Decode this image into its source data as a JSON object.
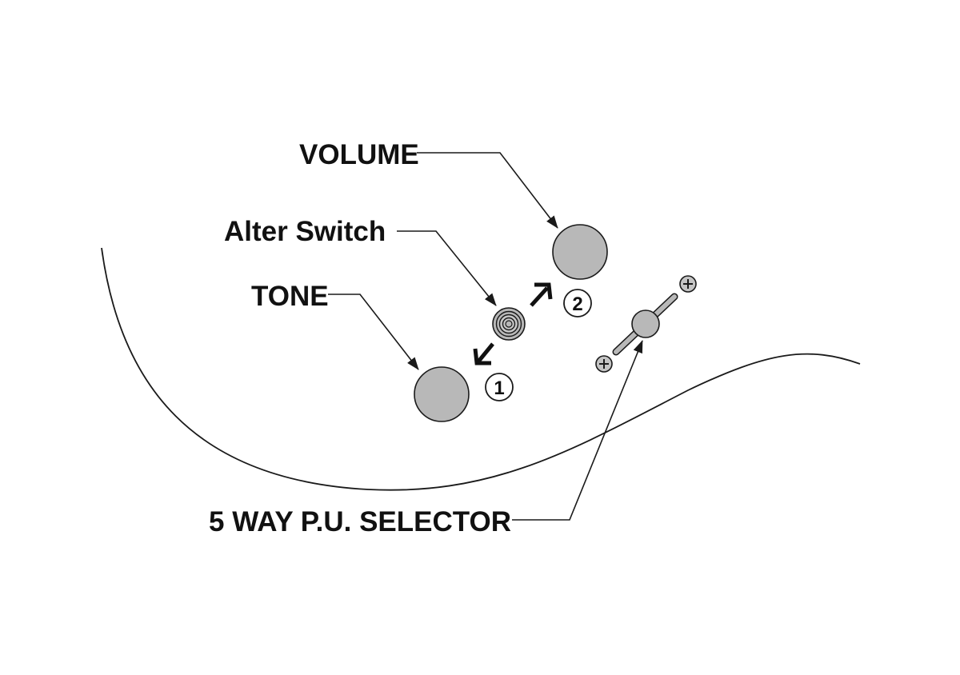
{
  "labels": {
    "volume": "VOLUME",
    "alter_switch": "Alter Switch",
    "tone": "TONE",
    "selector": "5 WAY P.U. SELECTOR"
  },
  "positions": {
    "one": "1",
    "two": "2"
  },
  "colors": {
    "knob_fill": "#b8b8b8",
    "line": "#1a1a1a",
    "background": "#ffffff"
  },
  "icons": {
    "switch": "concentric-ring-icon",
    "screws": "phillips-screw-icon"
  }
}
